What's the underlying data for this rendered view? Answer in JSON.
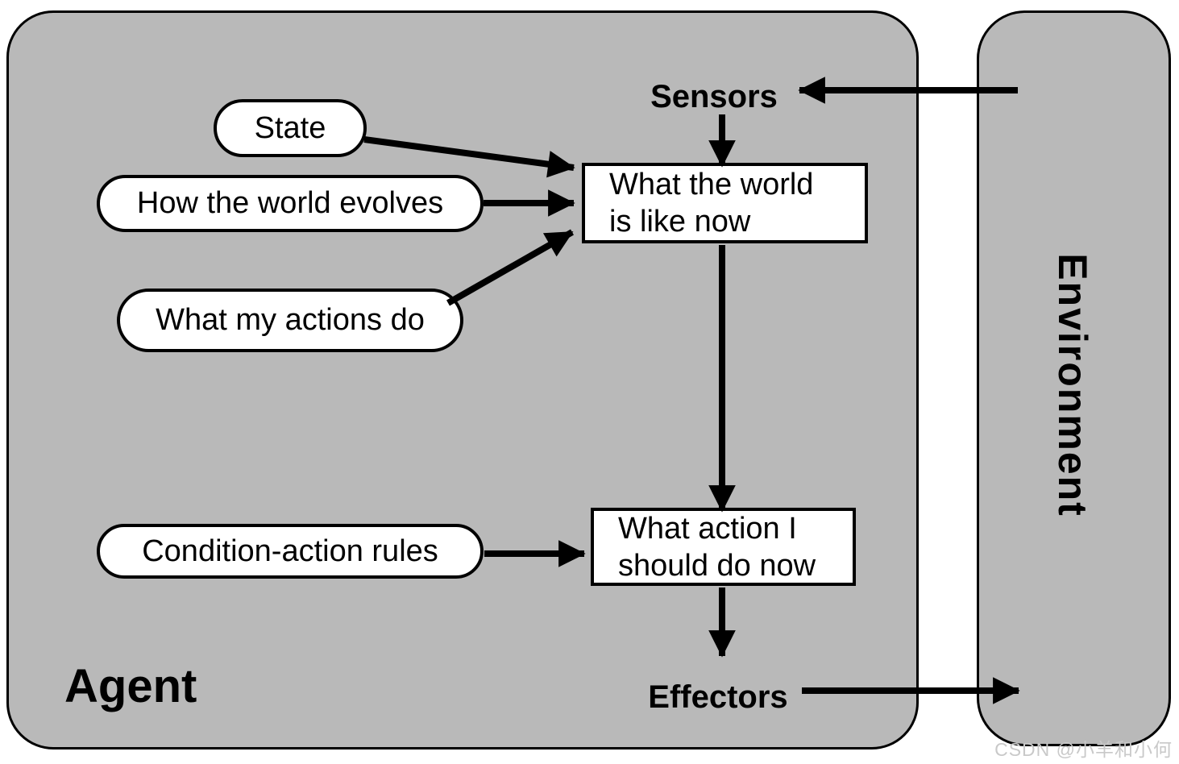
{
  "agent": {
    "label": "Agent"
  },
  "environment": {
    "label": "Environment"
  },
  "io": {
    "sensors_label": "Sensors",
    "effectors_label": "Effectors"
  },
  "memory_nodes": [
    {
      "id": "state",
      "label": "State"
    },
    {
      "id": "how-the-world-evolves",
      "label": "How the world evolves"
    },
    {
      "id": "what-my-actions-do",
      "label": "What my actions do"
    },
    {
      "id": "condition-action-rules",
      "label": "Condition-action rules"
    }
  ],
  "process_boxes": [
    {
      "id": "world-state",
      "line1": "What the world",
      "line2": "is like now"
    },
    {
      "id": "action-choice",
      "line1": "What action I",
      "line2": "should do now"
    }
  ],
  "watermark": "CSDN @小羊和小何",
  "colors": {
    "panel_fill": "#b9b9b9",
    "node_fill": "#ffffff",
    "stroke": "#000000",
    "watermark_text": "#c9c9c9"
  }
}
